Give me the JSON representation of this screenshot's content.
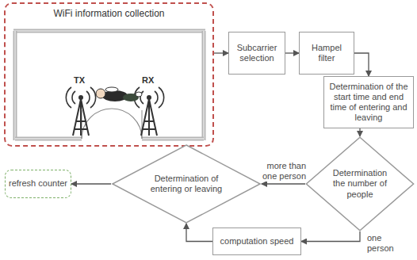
{
  "diagram": {
    "nodes": [
      {
        "text": [
          "WiFi information collection"
        ]
      },
      {
        "text": [
          "Subcarrier selection"
        ]
      },
      {
        "text": [
          "Hampel filter"
        ]
      },
      {
        "text": [
          "Determination of the start time and end time of entering and leaving"
        ]
      },
      {
        "text": [
          "Determination the number of people"
        ]
      },
      {
        "text": [
          "Determination of entering or leaving"
        ]
      },
      {
        "text": [
          "refresh counter"
        ]
      },
      {
        "text": [
          "computation speed"
        ]
      }
    ],
    "edges": [
      {
        "from": 0,
        "to": 1,
        "arrow": "to"
      },
      {
        "from": 1,
        "to": 2,
        "arrow": "to"
      },
      {
        "from": 2,
        "to": 3,
        "arrow": "to"
      },
      {
        "from": 3,
        "to": 4,
        "arrow": "to"
      },
      {
        "from": 4,
        "to": 5,
        "label": "more than one person",
        "arrow": "to"
      },
      {
        "from": 4,
        "to": 7,
        "label": "one person",
        "arrow": "to"
      },
      {
        "from": 7,
        "to": 5,
        "arrow": "to"
      },
      {
        "from": 5,
        "to": 6,
        "arrow": "to"
      }
    ],
    "labels": [
      "TX",
      "RX"
    ]
  }
}
